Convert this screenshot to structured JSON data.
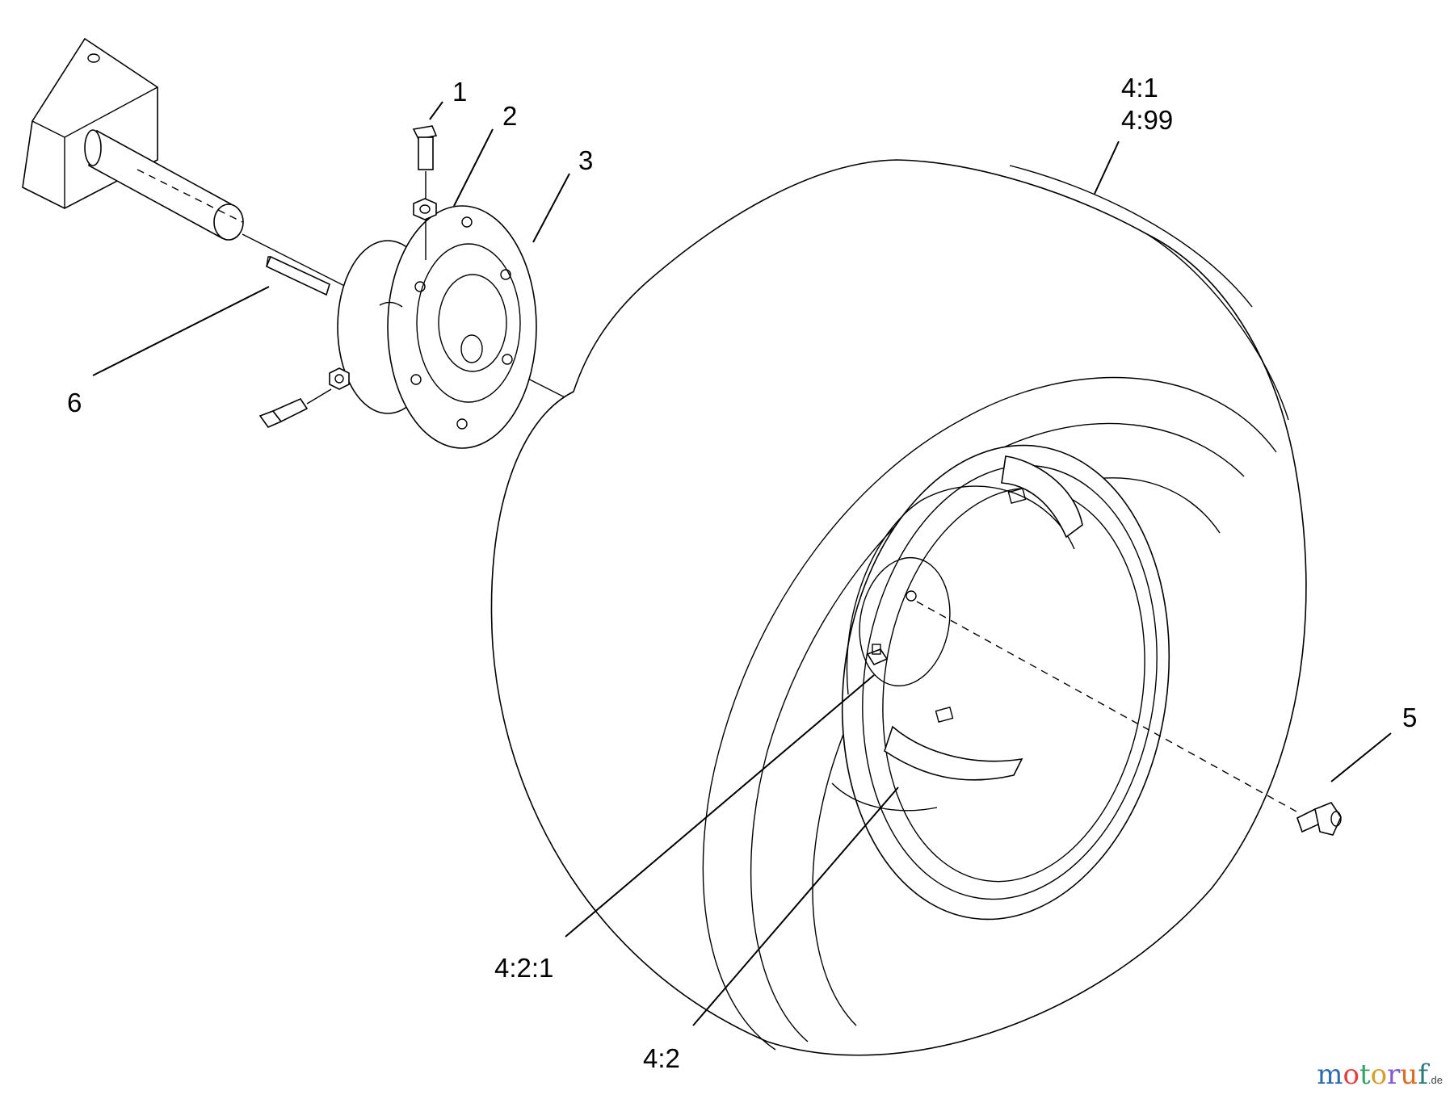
{
  "callouts": {
    "c1": "1",
    "c2": "2",
    "c3": "3",
    "c4_1": "4:1",
    "c4_99": "4:99",
    "c5": "5",
    "c6": "6",
    "c4_2_1": "4:2:1",
    "c4_2": "4:2"
  },
  "watermark": {
    "letters": [
      "m",
      "o",
      "t",
      "o",
      "r",
      "u",
      "f"
    ],
    "letter_colors": [
      "#2b6cb0",
      "#e53e3e",
      "#38a169",
      "#d69e2e",
      "#805ad5",
      "#dd6b20",
      "#2c7a7b"
    ],
    "suffix": ".de"
  },
  "colors": {
    "line": "#000000",
    "background": "#ffffff"
  }
}
